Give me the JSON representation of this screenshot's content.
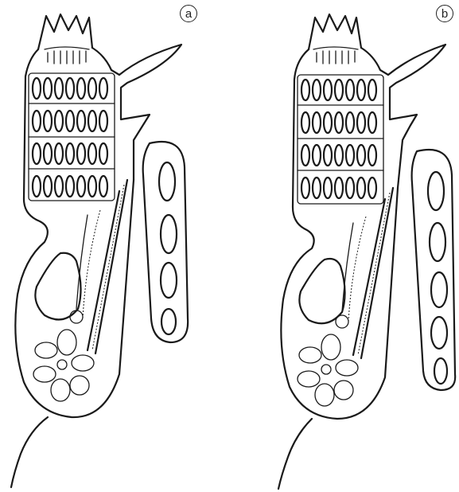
{
  "panels": [
    {
      "id": "a",
      "label": "a",
      "comb_rows": 4
    },
    {
      "id": "b",
      "label": "b",
      "comb_rows": 4
    }
  ],
  "colors": {
    "ink": "#1a1a1a",
    "background": "#ffffff"
  }
}
